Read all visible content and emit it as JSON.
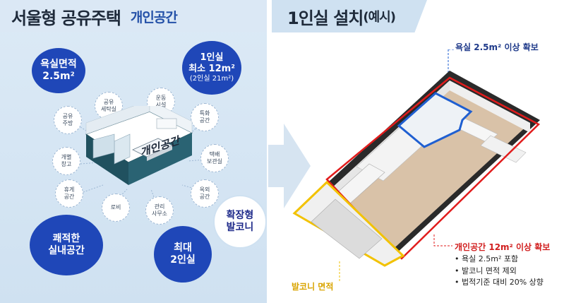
{
  "left": {
    "title_main": "서울형 공유주택",
    "title_sub": "개인공간",
    "bath_line1": "욕실면적",
    "bath_line2": "2.5m²",
    "min_line1": "1인실",
    "min_line2": "최소 12m²",
    "min_line3": "(2인실 21m²)",
    "comfort_line1": "쾌적한",
    "comfort_line2": "실내공간",
    "max_line1": "최대",
    "max_line2": "2인실",
    "balcony_line1": "확장형",
    "balcony_line2": "발코니",
    "room_label": "개인공간",
    "facilities": [
      {
        "l1": "공유",
        "l2": "세탁실"
      },
      {
        "l1": "운동",
        "l2": "시설"
      },
      {
        "l1": "공유",
        "l2": "주방"
      },
      {
        "l1": "특화",
        "l2": "공간"
      },
      {
        "l1": "개별",
        "l2": "창고"
      },
      {
        "l1": "택배",
        "l2": "보관실"
      },
      {
        "l1": "휴게",
        "l2": "공간"
      },
      {
        "l1": "옥외",
        "l2": "공간"
      },
      {
        "l1": "로비",
        "l2": ""
      },
      {
        "l1": "관리",
        "l2": "사무소"
      }
    ]
  },
  "right": {
    "title_main": "1인실 설치",
    "title_paren": "(예시)",
    "callout_bath": "욕실 2.5m² 이상 확보",
    "callout_space": "개인공간 12m² 이상 확보",
    "bullets": [
      "욕실 2.5m² 포함",
      "발코니 면적 제외",
      "법적기준 대비 20% 상향"
    ],
    "callout_balcony": "발코니 면적"
  },
  "colors": {
    "brand_blue": "#1f47b8",
    "bath_outline": "#1f5fd1",
    "space_outline": "#d11f1f",
    "balcony_outline": "#e8b800"
  }
}
